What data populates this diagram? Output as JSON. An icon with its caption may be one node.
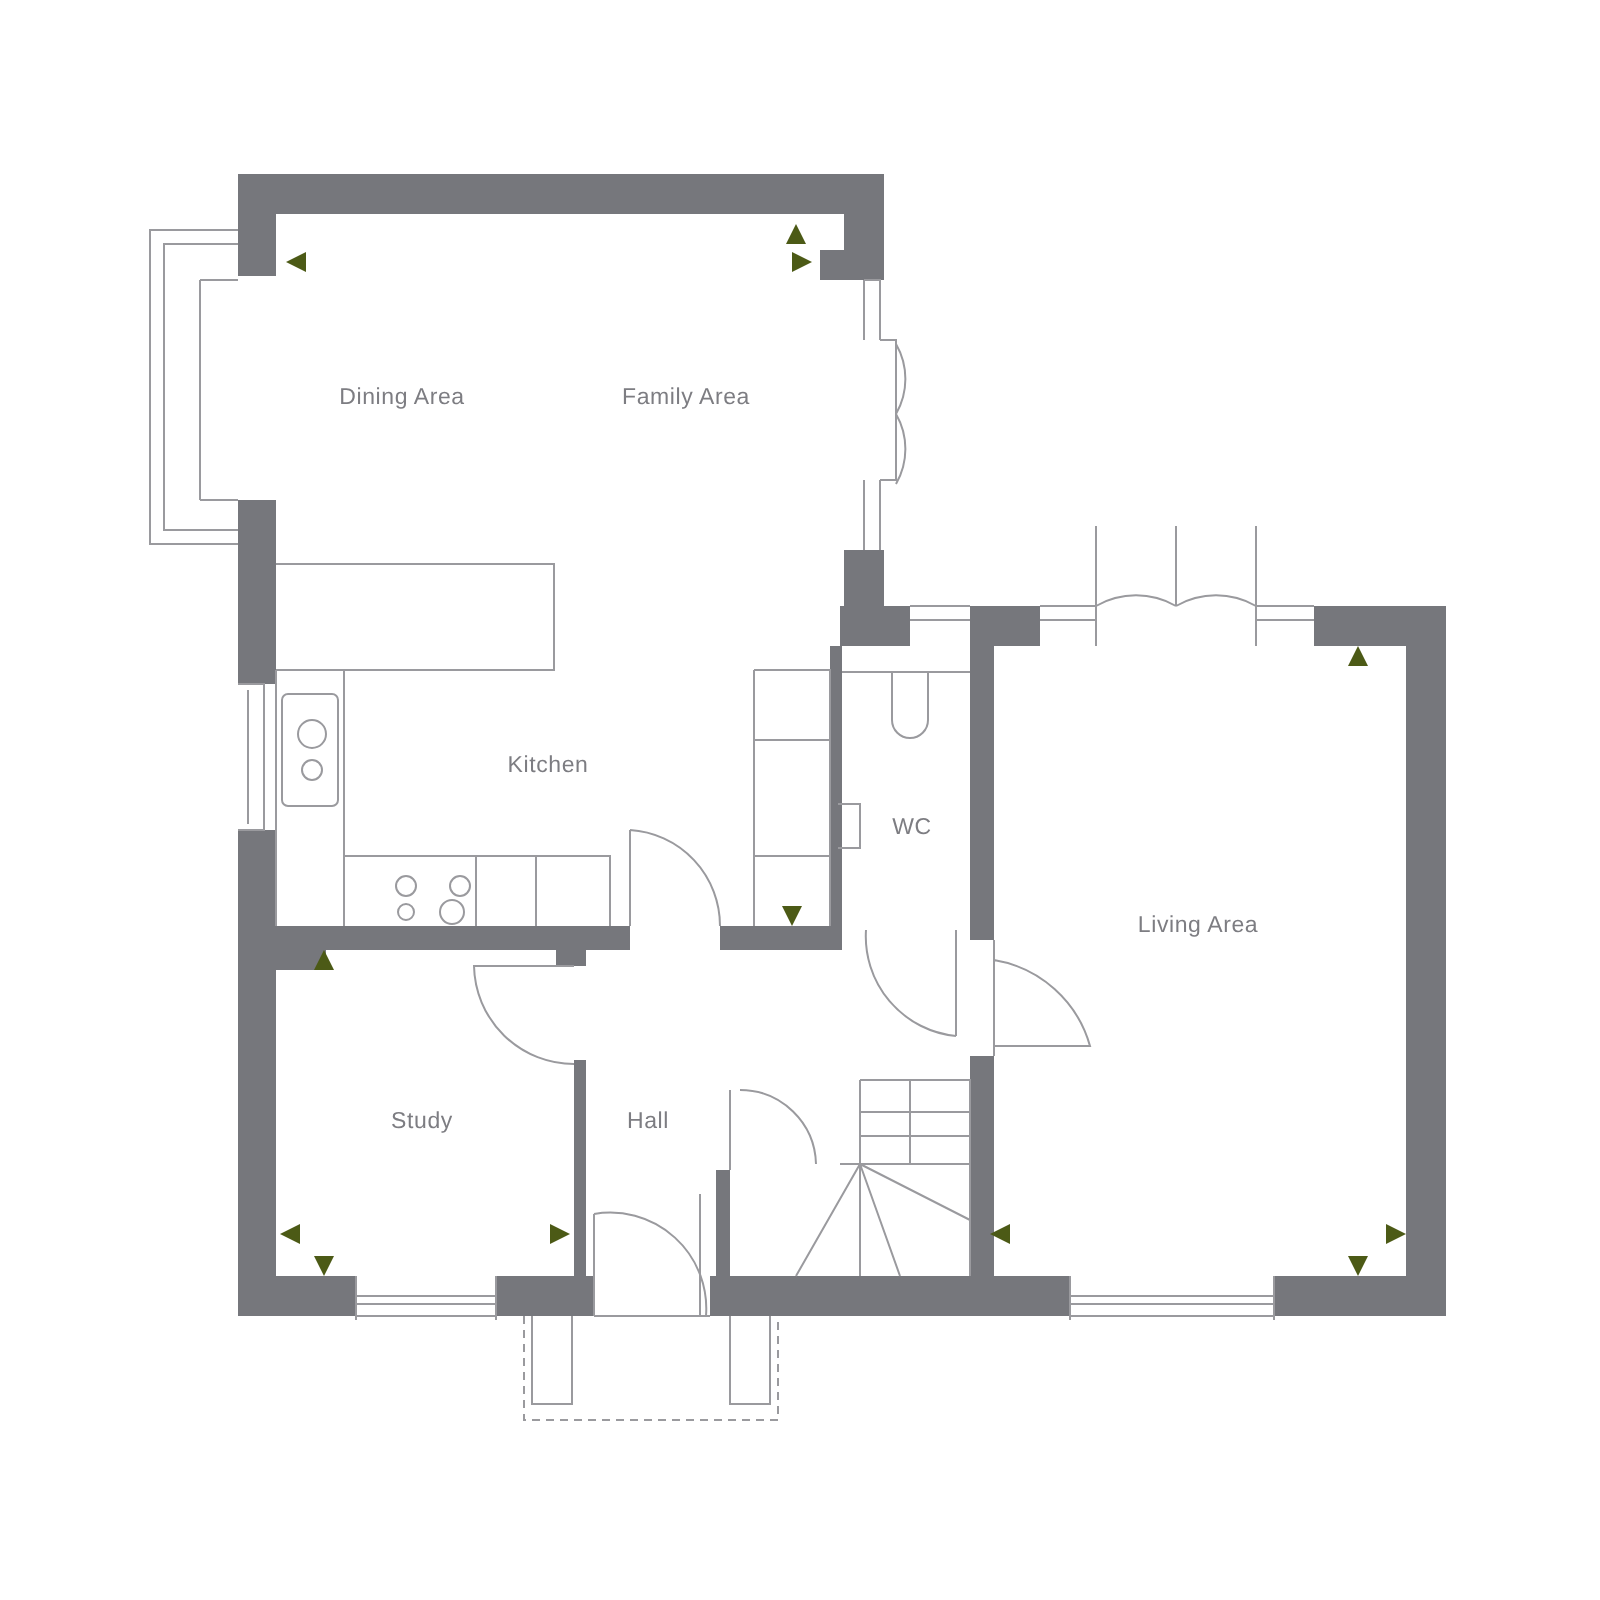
{
  "diagram": {
    "labels": [
      "Dining Area",
      "Family Area",
      "Kitchen",
      "WC",
      "Living Area",
      "Study",
      "Hall"
    ]
  }
}
